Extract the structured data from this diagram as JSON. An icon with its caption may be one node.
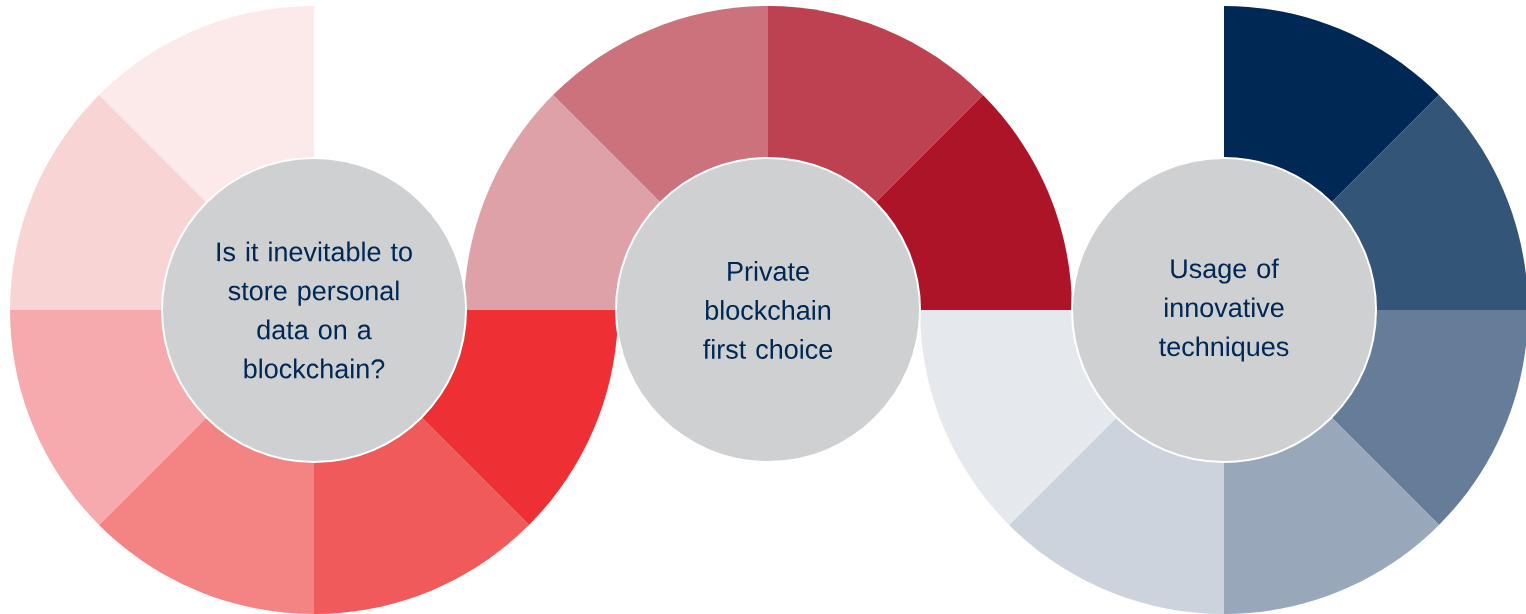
{
  "diagram": {
    "nodes": [
      {
        "text": [
          "Is it inevitable to store personal data on a blockchain?"
        ]
      },
      {
        "text": [
          "Private blockchain first choice"
        ]
      },
      {
        "text": [
          "Usage of innovative techniques"
        ]
      }
    ]
  }
}
